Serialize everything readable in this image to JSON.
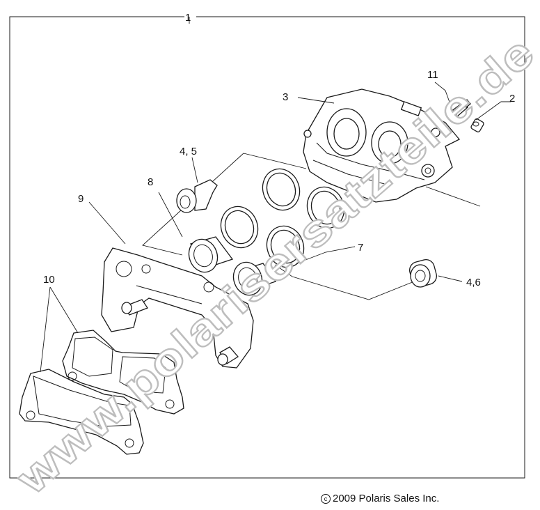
{
  "callouts": {
    "c1": "1",
    "c2": "2",
    "c3": "3",
    "c45": "4, 5",
    "c46": "4,6",
    "c7": "7",
    "c8": "8",
    "c9": "9",
    "c10": "10",
    "c11": "11"
  },
  "watermark": "www.polarisersatzteile.de",
  "copyright": "2009 Polaris Sales Inc.",
  "colors": {
    "line": "#1a1a1a",
    "watermark_outline": "#bdbdbd",
    "background": "#ffffff"
  }
}
